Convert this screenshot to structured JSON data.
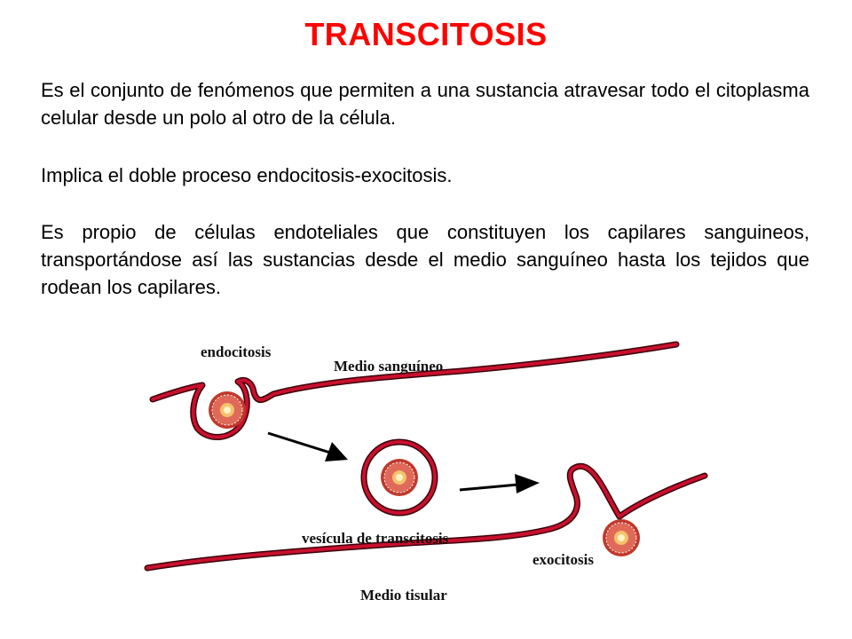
{
  "slide": {
    "title": "TRANSCITOSIS",
    "title_color": "#ff0000",
    "paragraphs": [
      "Es el conjunto de fenómenos que permiten a una sustancia atravesar todo el citoplasma celular desde un polo al otro de la célula.",
      "Implica el doble proceso endocitosis-exocitosis.",
      "Es propio de células endoteliales que constituyen los capilares sanguineos, transportándose así las sustancias desde el medio sanguíneo hasta los tejidos que rodean los capilares."
    ]
  },
  "diagram": {
    "labels": {
      "endocitosis": "endocitosis",
      "medio_sanguineo": "Medio sanguíneo",
      "vesicula": "vesícula de transcitosis",
      "exocitosis": "exocitosis",
      "medio_tisular": "Medio tisular"
    },
    "colors": {
      "membrane_fill": "#c8102e",
      "membrane_stroke": "#3a0008",
      "particle_outer": "#d9534f",
      "particle_core": "#f5c26b",
      "arrow": "#000000"
    }
  }
}
